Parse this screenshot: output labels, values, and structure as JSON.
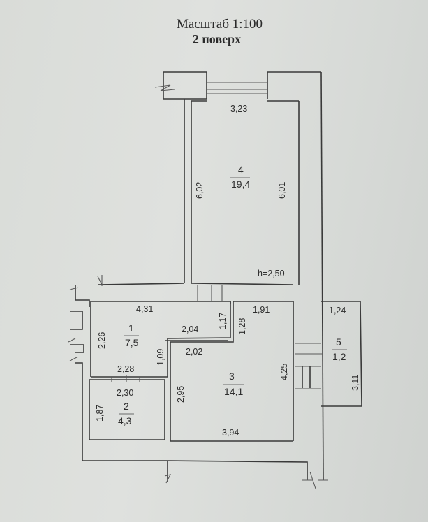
{
  "header": {
    "scale": "Масштаб 1:100",
    "floor": "2 поверх"
  },
  "rooms": [
    {
      "id": "1",
      "number": "1",
      "area": "7,5"
    },
    {
      "id": "2",
      "number": "2",
      "area": "4,3"
    },
    {
      "id": "3",
      "number": "3",
      "area": "14,1"
    },
    {
      "id": "4",
      "number": "4",
      "area": "19,4"
    },
    {
      "id": "5",
      "number": "5",
      "area": "1,2"
    }
  ],
  "dimensions": {
    "room4_top": "3,23",
    "room4_left": "6,02",
    "room4_right": "6,01",
    "ceiling_height": "h=2,50",
    "room1_top": "4,31",
    "room1_left": "2,26",
    "room1_bottom": "2,28",
    "room1_step": "1,09",
    "room1_notch_top": "2,04",
    "corridor_notch": "1,17",
    "room3_notch": "1,28",
    "room3_top": "1,91",
    "room3_top_left": "2,02",
    "room3_left": "2,95",
    "room3_right": "4,25",
    "room3_bottom": "3,94",
    "room2_top": "2,30",
    "room2_left": "1,87",
    "room5_top": "1,24",
    "room5_right": "3,11"
  }
}
